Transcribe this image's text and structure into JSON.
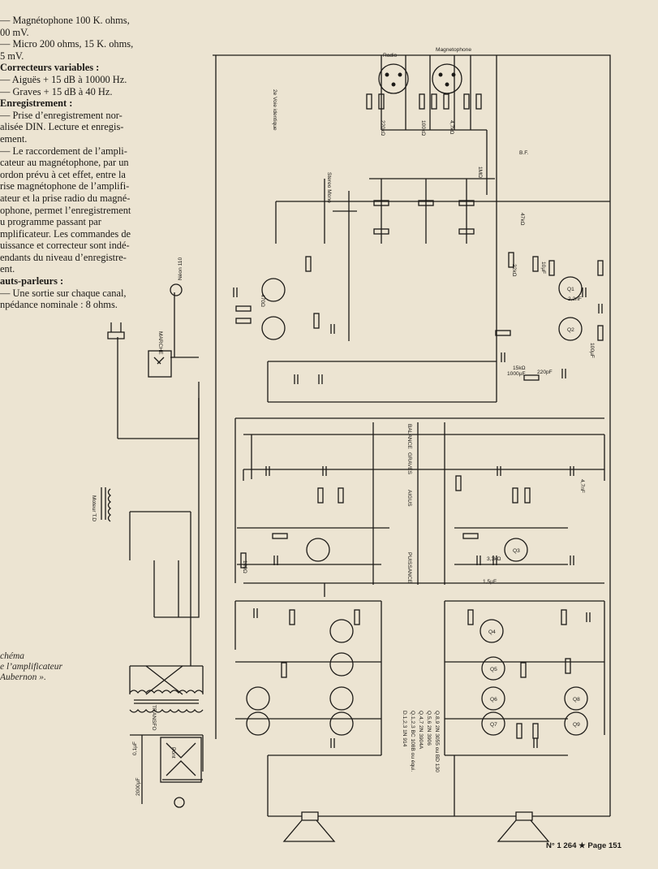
{
  "spec_text": {
    "l1": "— Magnétophone 100 K. ohms,",
    "l2": "00 mV.",
    "l3": "— Micro 200 ohms, 15 K. ohms,",
    "l4": "5 mV.",
    "h_correcteurs": "Correcteurs variables :",
    "l5": "— Aiguës + 15 dB à 10000 Hz.",
    "l6": "— Graves + 15 dB à 40 Hz.",
    "h_enregistrement": "Enregistrement :",
    "l7": "— Prise d’enregistrement nor-",
    "l8": "alisée DIN. Lecture et enregis-",
    "l9": "ement.",
    "l10": "— Le raccordement de l’ampli-",
    "l11": "cateur au magnétophone, par un",
    "l12": "ordon prévu à cet effet, entre la",
    "l13": "rise magnétophone de l’amplifi-",
    "l14": "ateur et la prise radio du magné-",
    "l15": "ophone, permet l’enregistrement",
    "l16": "u programme passant par",
    "l17": "mplificateur. Les commandes de",
    "l18": "uissance et correcteur sont indé-",
    "l19": "endants du niveau d’enregistre-",
    "l20": "ent.",
    "h_hp": "auts-parleurs :",
    "l21": "— Une sortie sur chaque canal,",
    "l22": "npédance nominale : 8 ohms."
  },
  "caption": {
    "l1": "chéma",
    "l2": "e l’amplificateur",
    "l3": "Aubernon »."
  },
  "footer": "N° 1 264 ★ Page 151",
  "schematic_labels": {
    "radio": "Radio",
    "magnetophone": "Magnetophone",
    "voie_identique": "2e Voie identique",
    "bf": "B.F.",
    "stereo_mono": "Stereo Mono",
    "neon": "Néon 110",
    "marche": "MARCHE",
    "moteur": "Moteur T.D",
    "balance": "BALANCE",
    "graves": "GRAVES",
    "aigus": "AIGUS",
    "puissance": "PUISSANCE",
    "transfo": "TRANSFO",
    "pont": "Pont",
    "transistor_list": [
      "Q.1,2,3 BC 108B ou équi.",
      "Q.4,7 2N 3904A",
      "Q.5,6 2N 3906",
      "Q.8,9 2N 3055 ou BD 130",
      "D.1,2,3 1N 914"
    ],
    "transistors": [
      "Q1",
      "Q2",
      "Q3",
      "Q4",
      "Q5",
      "Q6",
      "Q7",
      "Q8",
      "Q9"
    ],
    "values_misc": [
      "47kΩ",
      "220kΩ",
      "100kΩ",
      "4,7kΩ",
      "1MΩ",
      "470Ω",
      "22kΩ",
      "10µF",
      "100µF",
      "1000µF",
      "220pF",
      "2,2nF",
      "15kΩ",
      "3,3kΩ",
      "1,5µF",
      "100Ω",
      "0,1µF",
      "2000µF",
      "4,7nF"
    ]
  },
  "colors": {
    "paper": "#ece4d2",
    "ink": "#1c1a17"
  }
}
